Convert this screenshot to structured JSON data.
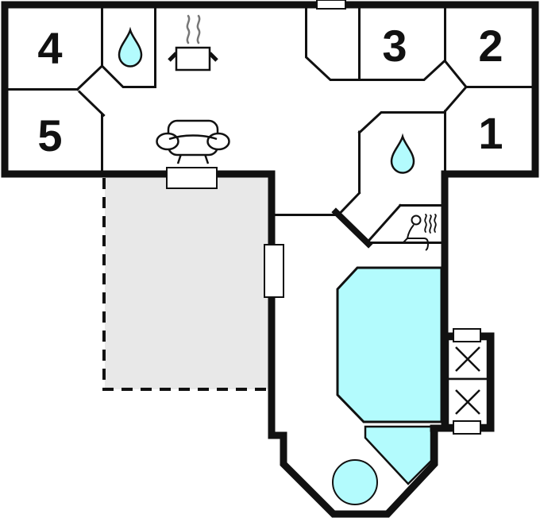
{
  "colors": {
    "wall": "#111111",
    "water": "#b3fbfd",
    "terrace": "#e8e8e8",
    "background": "#ffffff"
  },
  "rooms": [
    {
      "name": "room-4",
      "label": "4"
    },
    {
      "name": "room-5",
      "label": "5"
    },
    {
      "name": "room-3",
      "label": "3"
    },
    {
      "name": "room-2",
      "label": "2"
    },
    {
      "name": "room-1",
      "label": "1"
    }
  ],
  "icons": {
    "bathroom_upper": "water-drop",
    "bathroom_lower": "water-drop",
    "kitchen": "cooking-pot-with-steam",
    "living_room": "sofa",
    "sauna": "sauna-person-with-steam",
    "pool_main": "swimming-pool",
    "pool_lower": "swimming-pool-section",
    "hot_tub": "round-tub",
    "technical_box_1": "crossed-square",
    "technical_box_2": "crossed-square",
    "terrace": "dashed-terrace"
  }
}
